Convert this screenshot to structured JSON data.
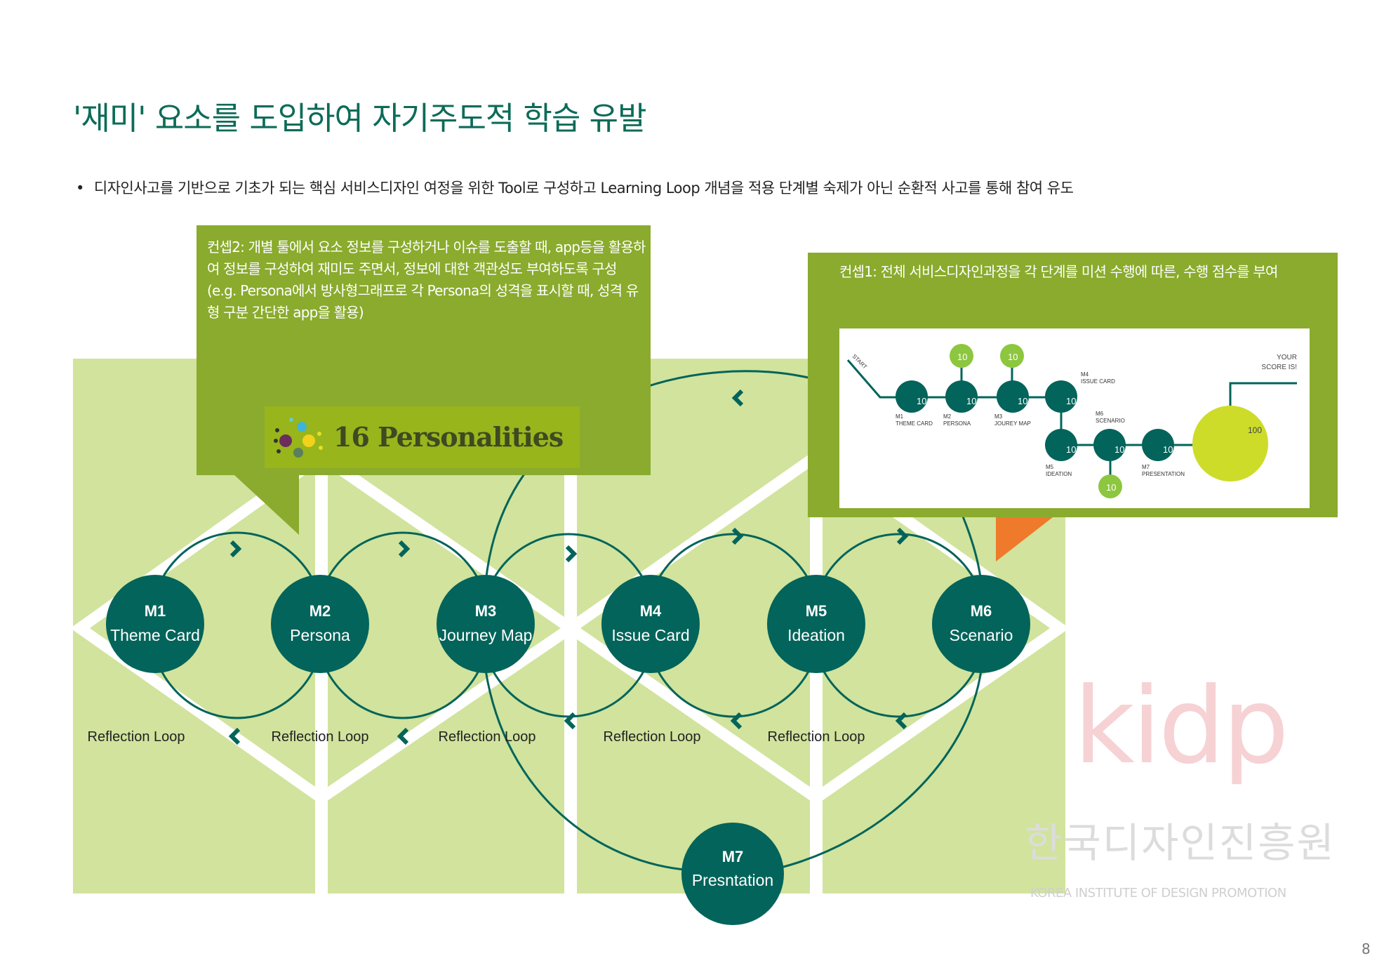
{
  "title": "'재미' 요소를 도입하여 자기주도적 학습 유발",
  "bullet": "디자인사고를 기반으로 기초가 되는 핵심 서비스디자인 여정을 위한 Tool로 구성하고 Learning Loop 개념을 적용 단계별 숙제가 아닌 순환적 사고를 통해 참여 유도",
  "bullet_marker": "•",
  "concept2": {
    "text": "컨셉2: 개별 툴에서 요소 정보를 구성하거나 이슈를 도출할 때, app등을 활용하여 정보를 구성하여 재미도 주면서, 정보에 대한 객관성도 부여하도록 구성 (e.g. Persona에서 방사형그래프로 각 Persona의 성격을 표시할 때, 성격 유형 구분 간단한 app을 활용)",
    "logo_text": "16 Personalities"
  },
  "concept1": {
    "text": "컨셉1: 전체 서비스디자인과정을 각 단계를 미션 수행에 따른, 수행 점수를 부여",
    "mini": {
      "start": "START",
      "score_line1": "YOUR",
      "score_line2": "SCORE IS!",
      "total": "100",
      "point": "10",
      "nodes": [
        {
          "code": "M1",
          "name": "THEME CARD"
        },
        {
          "code": "M2",
          "name": "PERSONA"
        },
        {
          "code": "M3",
          "name": "JOUREY MAP"
        },
        {
          "code": "M4",
          "name": "ISSUE CARD"
        },
        {
          "code": "M5",
          "name": "IDEATION"
        },
        {
          "code": "M6",
          "name": "SCENARIO"
        },
        {
          "code": "M7",
          "name": "PRESENTATION"
        }
      ]
    }
  },
  "modules": [
    {
      "code": "M1",
      "name": "Theme Card"
    },
    {
      "code": "M2",
      "name": "Persona"
    },
    {
      "code": "M3",
      "name": "Journey Map"
    },
    {
      "code": "M4",
      "name": "Issue Card"
    },
    {
      "code": "M5",
      "name": "Ideation"
    },
    {
      "code": "M6",
      "name": "Scenario"
    },
    {
      "code": "M7",
      "name": "Presntation"
    }
  ],
  "reflection_label": "Reflection Loop",
  "logo": {
    "name": "kidp",
    "korean": "한국디자인진흥원",
    "english": "KOREA INSTITUTE OF DESIGN PROMOTION"
  },
  "page_number": "8",
  "colors": {
    "teal": "#02645a",
    "olive": "#8aab2d",
    "light_green": "#d1e39d",
    "lime": "#8dc63f",
    "yellow": "#cddc29",
    "orange": "#ef7a2b"
  }
}
